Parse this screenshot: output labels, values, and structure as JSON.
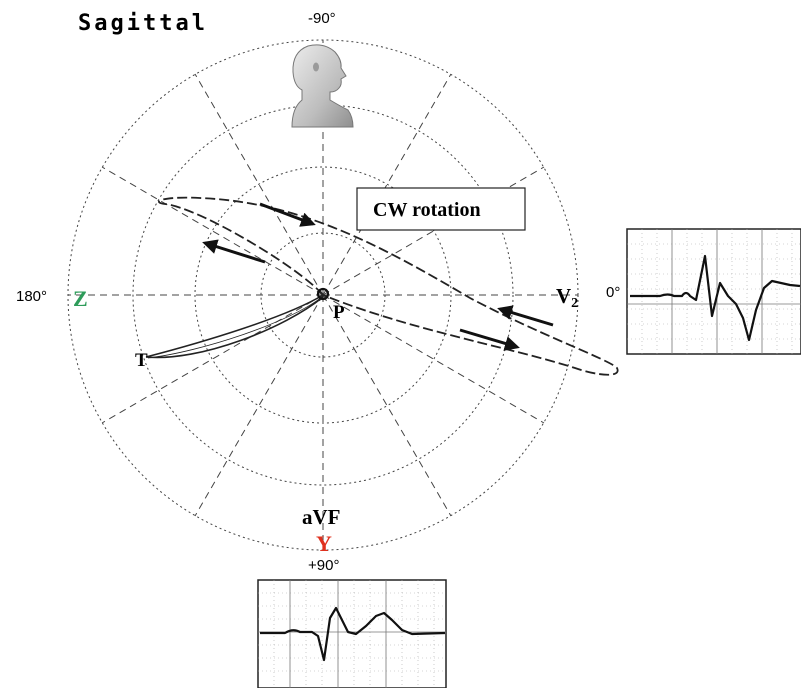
{
  "diagram": {
    "title": "Sagittal",
    "angles": {
      "top": "-90°",
      "bottom": "+90°",
      "left": "180°",
      "right": "0°"
    },
    "axis_letters": {
      "left": {
        "text": "Z",
        "color": "#2e9c5a"
      },
      "bottom": {
        "text": "Y",
        "color": "#e0301e"
      }
    },
    "lead_labels": {
      "right": {
        "main": "V",
        "subscript": "2"
      },
      "bottom": "aVF"
    },
    "loop_labels": {
      "p_wave": "P",
      "t_wave": "T"
    },
    "rotation_label": "CW rotation",
    "icons": [
      "head-profile-icon",
      "direction-arrow-icon"
    ]
  }
}
